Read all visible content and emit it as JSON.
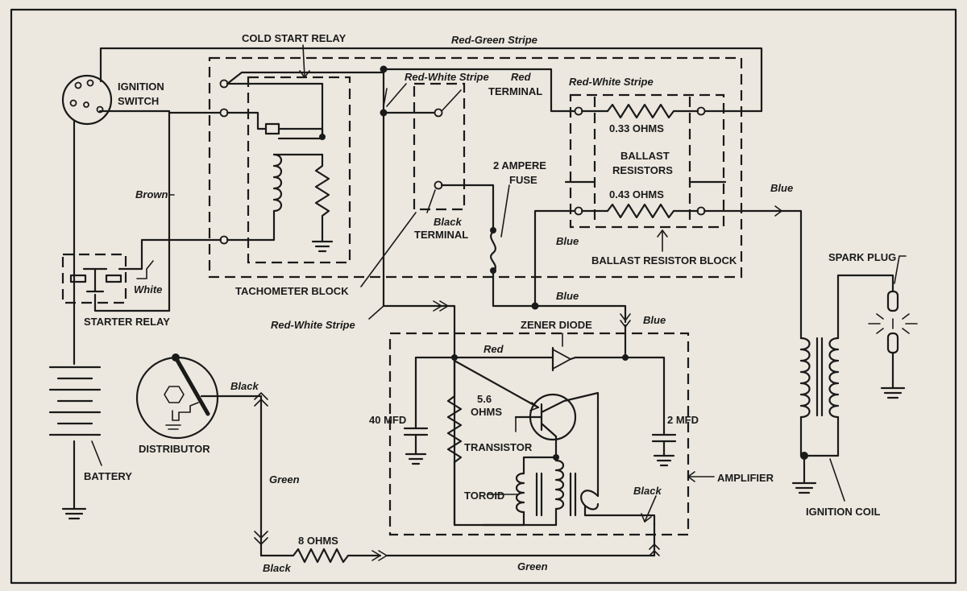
{
  "labels": {
    "cold_start_relay": "COLD START RELAY",
    "red_green_stripe": "Red-Green Stripe",
    "ignition_switch_1": "IGNITION",
    "ignition_switch_2": "SWITCH",
    "red_white_stripe_1": "Red-White Stripe",
    "red": "Red",
    "red_terminal": "TERMINAL",
    "red_white_stripe_2": "Red-White Stripe",
    "ohms_033": "0.33 OHMS",
    "ballast_1": "BALLAST",
    "ballast_2": "RESISTORS",
    "ohms_043": "0.43 OHMS",
    "fuse_1": "2 AMPERE",
    "fuse_2": "FUSE",
    "brown": "Brown",
    "black_terminal_1": "Black",
    "black_terminal_2": "TERMINAL",
    "blue_top_right": "Blue",
    "blue_fuse": "Blue",
    "ballast_resistor_block": "BALLAST RESISTOR BLOCK",
    "white": "White",
    "spark_plug": "SPARK PLUG",
    "tachometer_block": "TACHOMETER BLOCK",
    "blue_mid": "Blue",
    "starter_relay": "STARTER RELAY",
    "red_white_stripe_3": "Red-White Stripe",
    "zener_diode": "ZENER DIODE",
    "blue_amp": "Blue",
    "red_amp": "Red",
    "black_dist": "Black",
    "ohms_56_1": "5.6",
    "ohms_56_2": "OHMS",
    "mfd_40": "40 MFD",
    "mfd_2": "2 MFD",
    "transistor": "TRANSISTOR",
    "distributor": "DISTRIBUTOR",
    "battery": "BATTERY",
    "green_vertical": "Green",
    "amplifier": "AMPLIFIER",
    "toroid": "TOROID",
    "black_amp": "Black",
    "ignition_coil": "IGNITION COIL",
    "ohms_8": "8 OHMS",
    "black_bottom": "Black",
    "green_bottom": "Green"
  }
}
